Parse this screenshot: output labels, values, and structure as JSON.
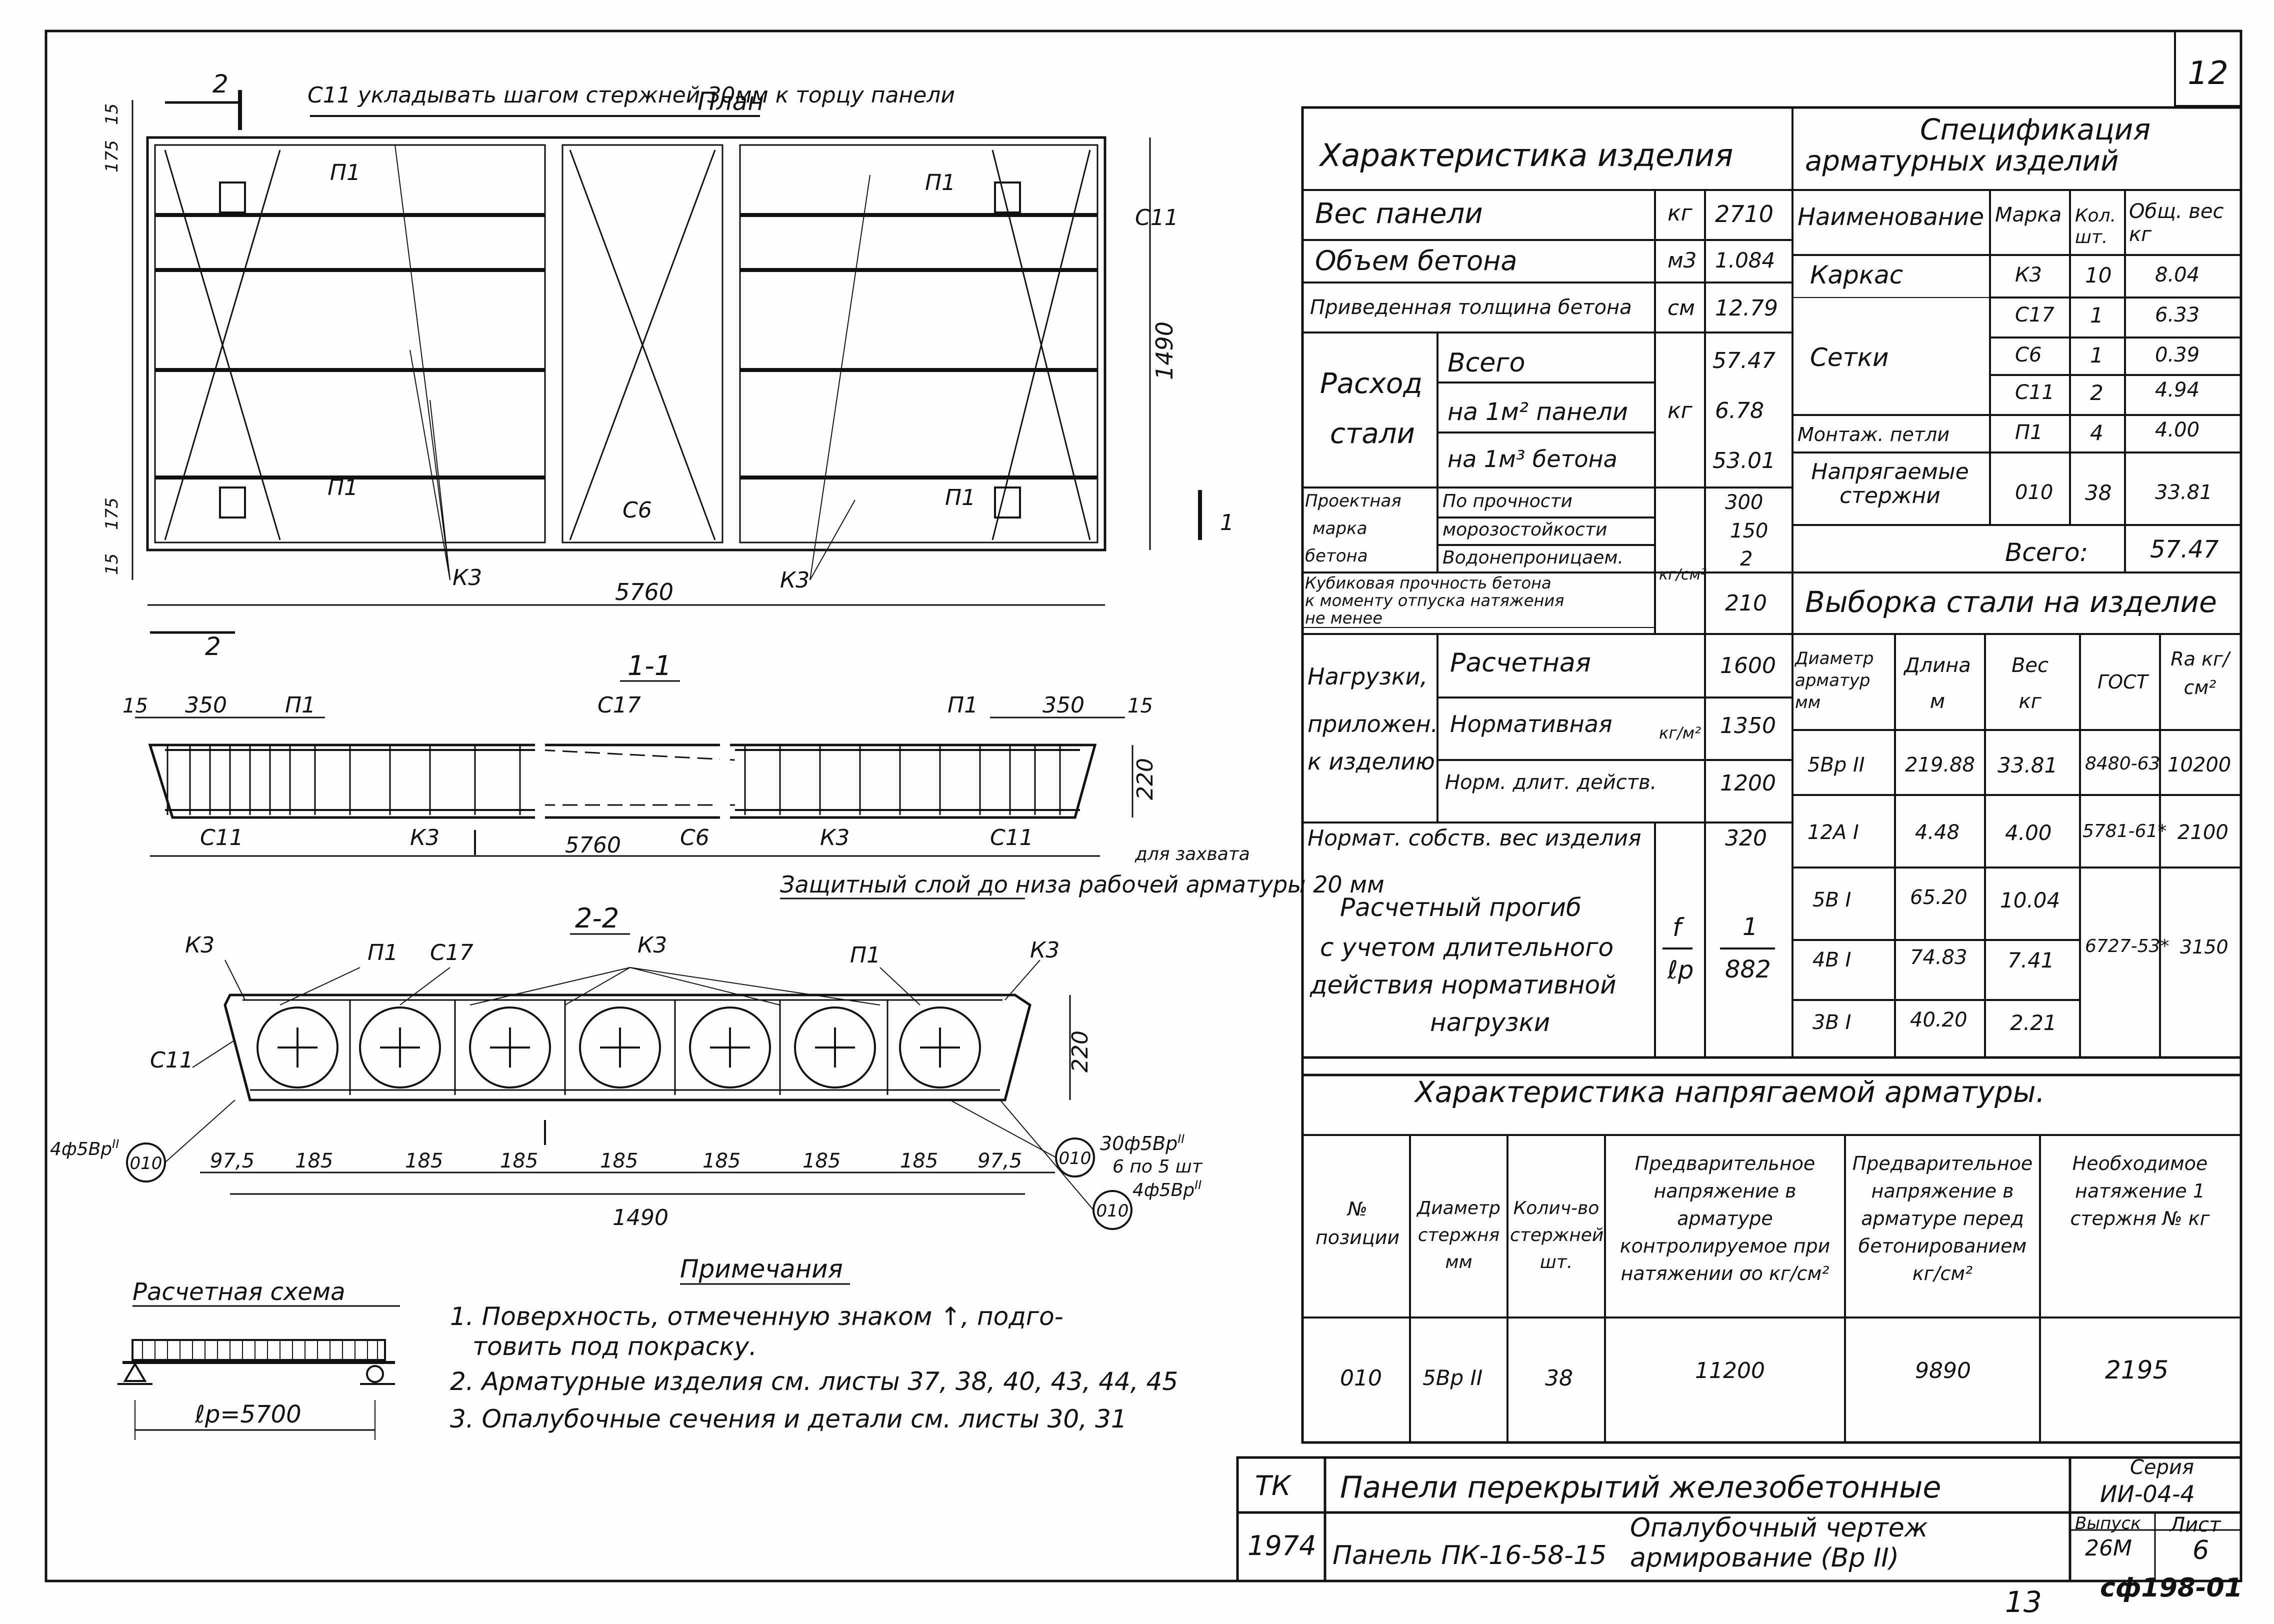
{
  "sheet": {
    "page_number": "12",
    "bottom_page_number": "13",
    "archive_code": "сф198-01"
  },
  "plan": {
    "title": "План",
    "note": "С11 укладывать шагом стержней 30мм к торцу панели",
    "section_mark": "2",
    "section_mark_right": "1",
    "labels": {
      "p1": "П1",
      "s11": "С11",
      "s6": "С6",
      "k3": "К3"
    },
    "dims": {
      "d15a": "15",
      "d175a": "175",
      "d175b": "175",
      "d15b": "15",
      "height": "1490",
      "length": "5760"
    }
  },
  "section_1_1": {
    "title": "1-1",
    "labels": {
      "p1": "П1",
      "s17": "С17",
      "s11": "С11",
      "k3": "К3",
      "s6": "С6"
    },
    "dims": {
      "d15l": "15",
      "d350l": "350",
      "d350r": "350",
      "d15r": "15",
      "height": "220",
      "length": "5760",
      "grip": "для захвата"
    },
    "cover_note": "Защитный слой до низа рабочей арматуры 20 мм"
  },
  "section_2_2": {
    "title": "2-2",
    "labels": {
      "k3": "К3",
      "p1": "П1",
      "s17": "С17",
      "s11": "С11",
      "o10": "010"
    },
    "dims": [
      "97,5",
      "185",
      "185",
      "185",
      "185",
      "185",
      "185",
      "185",
      "97,5"
    ],
    "width": "1490",
    "height": "220",
    "bars_left": "4ф5Вр",
    "bars_right_1": "30ф5Вр",
    "bars_right_2": "6 по 5 шт",
    "bars_right_3": "4ф5Вр",
    "roman": "II"
  },
  "design_scheme": {
    "title": "Расчетная схема",
    "span": "ℓр=5700"
  },
  "notes": {
    "title": "Примечания",
    "items": [
      "1. Поверхность, отмеченную знаком ↑, подго-",
      "товить под покраску.",
      "2. Арматурные изделия см. листы 37, 38, 40, 43, 44, 45",
      "3. Опалубочные сечения и детали см. листы 30, 31"
    ]
  },
  "characteristics": {
    "title": "Характеристика изделия",
    "rows": [
      {
        "name": "Вес панели",
        "unit": "кг",
        "value": "2710"
      },
      {
        "name": "Объем бетона",
        "unit": "м3",
        "value": "1.084"
      },
      {
        "name": "Приведенная толщина бетона",
        "unit": "см",
        "value": "12.79"
      }
    ],
    "steel": {
      "label_1": "Расход",
      "label_2": "стали",
      "unit": "кг",
      "rows": [
        {
          "name": "Всего",
          "value": "57.47"
        },
        {
          "name": "на 1м² панели",
          "value": "6.78"
        },
        {
          "name": "на 1м³ бетона",
          "value": "53.01"
        }
      ]
    },
    "grade": {
      "label_1": "Проектная",
      "label_2": "марка",
      "label_3": "бетона",
      "unit": "кг/см²",
      "rows": [
        {
          "name": "По прочности",
          "value": "300"
        },
        {
          "name": "морозостойкости",
          "value": "150"
        },
        {
          "name": "Водонепроницаем.",
          "value": "2"
        }
      ]
    },
    "cube": {
      "l1": "Кубиковая прочность бетона",
      "l2": "к моменту отпуска натяжения",
      "l3": "не менее",
      "value": "210"
    },
    "loads": {
      "label_1": "Нагрузки,",
      "label_2": "приложен.",
      "label_3": "к изделию",
      "unit": "кг/м²",
      "rows": [
        {
          "name": "Расчетная",
          "value": "1600"
        },
        {
          "name": "Нормативная",
          "value": "1350"
        },
        {
          "name": "Норм. длит. действ.",
          "value": "1200"
        }
      ]
    },
    "self_weight": {
      "name": "Нормат. собств. вес изделия",
      "value": "320"
    },
    "deflection": {
      "l1": "Расчетный прогиб",
      "l2": "с учетом длительного",
      "l3": "действия нормативной",
      "l4": "нагрузки",
      "unit_top": "f",
      "unit_bottom": "ℓр",
      "value_top": "1",
      "value_bottom": "882"
    }
  },
  "specification": {
    "title_1": "Спецификация",
    "title_2": "арматурных изделий",
    "headers": [
      "Наименование",
      "Марка",
      "Кол. шт.",
      "Общ. вес кг"
    ],
    "rows": [
      {
        "name": "Каркас",
        "mark": "К3",
        "qty": "10",
        "weight": "8.04"
      },
      {
        "name": "",
        "mark": "С17",
        "qty": "1",
        "weight": "6.33"
      },
      {
        "name": "Сетки",
        "mark": "С6",
        "qty": "1",
        "weight": "0.39"
      },
      {
        "name": "",
        "mark": "С11",
        "qty": "2",
        "weight": "4.94"
      },
      {
        "name": "Монтаж. петли",
        "mark": "П1",
        "qty": "4",
        "weight": "4.00"
      },
      {
        "name": "Напрягаемые стержни",
        "mark": "010",
        "qty": "38",
        "weight": "33.81"
      }
    ],
    "total_label": "Всего:",
    "total_value": "57.47"
  },
  "steel_selection": {
    "title": "Выборка стали на изделие",
    "headers": [
      "Диаметр арматур мм",
      "Длина м",
      "Вес кг",
      "ГОСТ",
      "Ra кг/см²"
    ],
    "rows": [
      {
        "d": "5Вр II",
        "len": "219.88",
        "w": "33.81",
        "gost": "8480-63",
        "ra": "10200"
      },
      {
        "d": "12А I",
        "len": "4.48",
        "w": "4.00",
        "gost": "5781-61*",
        "ra": "2100"
      },
      {
        "d": "5В I",
        "len": "65.20",
        "w": "10.04",
        "gost": "",
        "ra": ""
      },
      {
        "d": "4В I",
        "len": "74.83",
        "w": "7.41",
        "gost": "6727-53*",
        "ra": "3150"
      },
      {
        "d": "3В I",
        "len": "40.20",
        "w": "2.21",
        "gost": "",
        "ra": ""
      }
    ]
  },
  "prestress": {
    "title": "Характеристика напрягаемой арматуры.",
    "headers": [
      "№ позиции",
      "Диаметр стержня мм",
      "Колич-во стержней шт.",
      "Предварительное напряжение в арматуре контролируемое при натяжении σо кг/см²",
      "Предварительное напряжение в арматуре перед бетонированием кг/см²",
      "Необходимое натяжение 1 стержня № кг"
    ],
    "row": {
      "pos": "010",
      "d": "5Вр II",
      "qty": "38",
      "s0": "11200",
      "sb": "9890",
      "tension": "2195"
    }
  },
  "title_block": {
    "org": "ТК",
    "year": "1974",
    "title": "Панели перекрытий железобетонные",
    "panel": "Панель ПК-16-58-15",
    "drawing_1": "Опалубочный чертеж",
    "drawing_2": "армирование (Вр II)",
    "series_label": "Серия",
    "series_value": "ИИ-04-4",
    "issue_label": "Выпуск",
    "issue_value": "26М",
    "sheet_label": "Лист",
    "sheet_value": "6"
  }
}
